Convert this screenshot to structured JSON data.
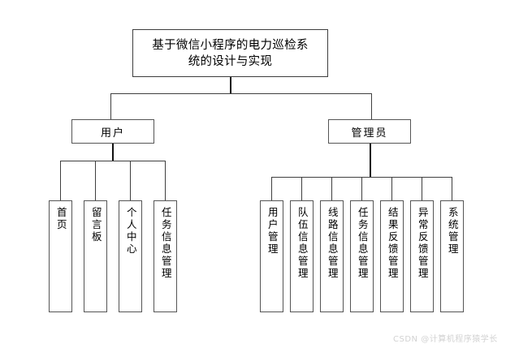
{
  "diagram": {
    "type": "tree-hierarchy",
    "root": {
      "label": "基于微信小程序的电力巡检系统的设计与实现",
      "line1": "基于微信小程序的电力巡检系",
      "line2": "统的设计与实现"
    },
    "branches": [
      {
        "label": "用户",
        "children": [
          {
            "label": "首页"
          },
          {
            "label": "留言板"
          },
          {
            "label": "个人中心"
          },
          {
            "label": "任务信息管理"
          }
        ]
      },
      {
        "label": "管理员",
        "children": [
          {
            "label": "用户管理"
          },
          {
            "label": "队伍信息管理"
          },
          {
            "label": "线路信息管理"
          },
          {
            "label": "任务信息管理"
          },
          {
            "label": "结果反馈管理"
          },
          {
            "label": "异常反馈管理"
          },
          {
            "label": "系统管理"
          }
        ]
      }
    ]
  },
  "watermark": {
    "text": "CSDN @计算机程序猿学长"
  },
  "colors": {
    "background": "#ffffff",
    "border": "#4a4a4a",
    "connector": "#3f3f3f",
    "text": "#000000",
    "watermark": "#d2d2d2"
  }
}
